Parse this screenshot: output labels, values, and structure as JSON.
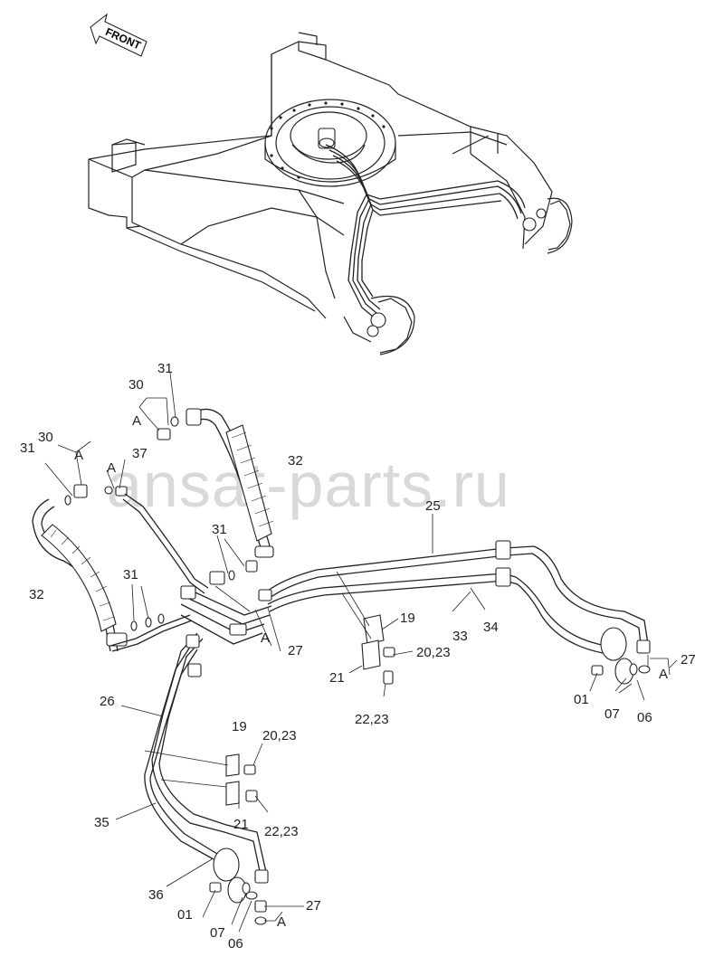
{
  "header": {
    "front_label": "FRONT",
    "corner_code": ""
  },
  "watermark": "ansat-parts.ru",
  "callouts": {
    "p31_top": "31",
    "p30_top": "30",
    "a_top": "A",
    "p30_left": "30",
    "p31_left": "31",
    "a_left": "A",
    "p37": "37",
    "a_37": "A",
    "p32_right": "32",
    "p31_mid": "31",
    "p32_left": "32",
    "p31_low": "31",
    "a_center": "A",
    "p27_center": "27",
    "p25": "25",
    "p19_upper": "19",
    "p33": "33",
    "p34": "34",
    "p20_23_upper": "20,23",
    "p21_upper": "21",
    "p22_23_upper": "22,23",
    "p27_right": "27",
    "a_right": "A",
    "p01_right": "01",
    "p07_right": "07",
    "p06_right": "06",
    "p26": "26",
    "p19_lower": "19",
    "p20_23_lower": "20,23",
    "p35": "35",
    "p21_lower": "21",
    "p22_23_lower": "22,23",
    "p36": "36",
    "p01_low": "01",
    "p27_low": "27",
    "a_low": "A",
    "p07_low": "07",
    "p06_low": "06"
  }
}
